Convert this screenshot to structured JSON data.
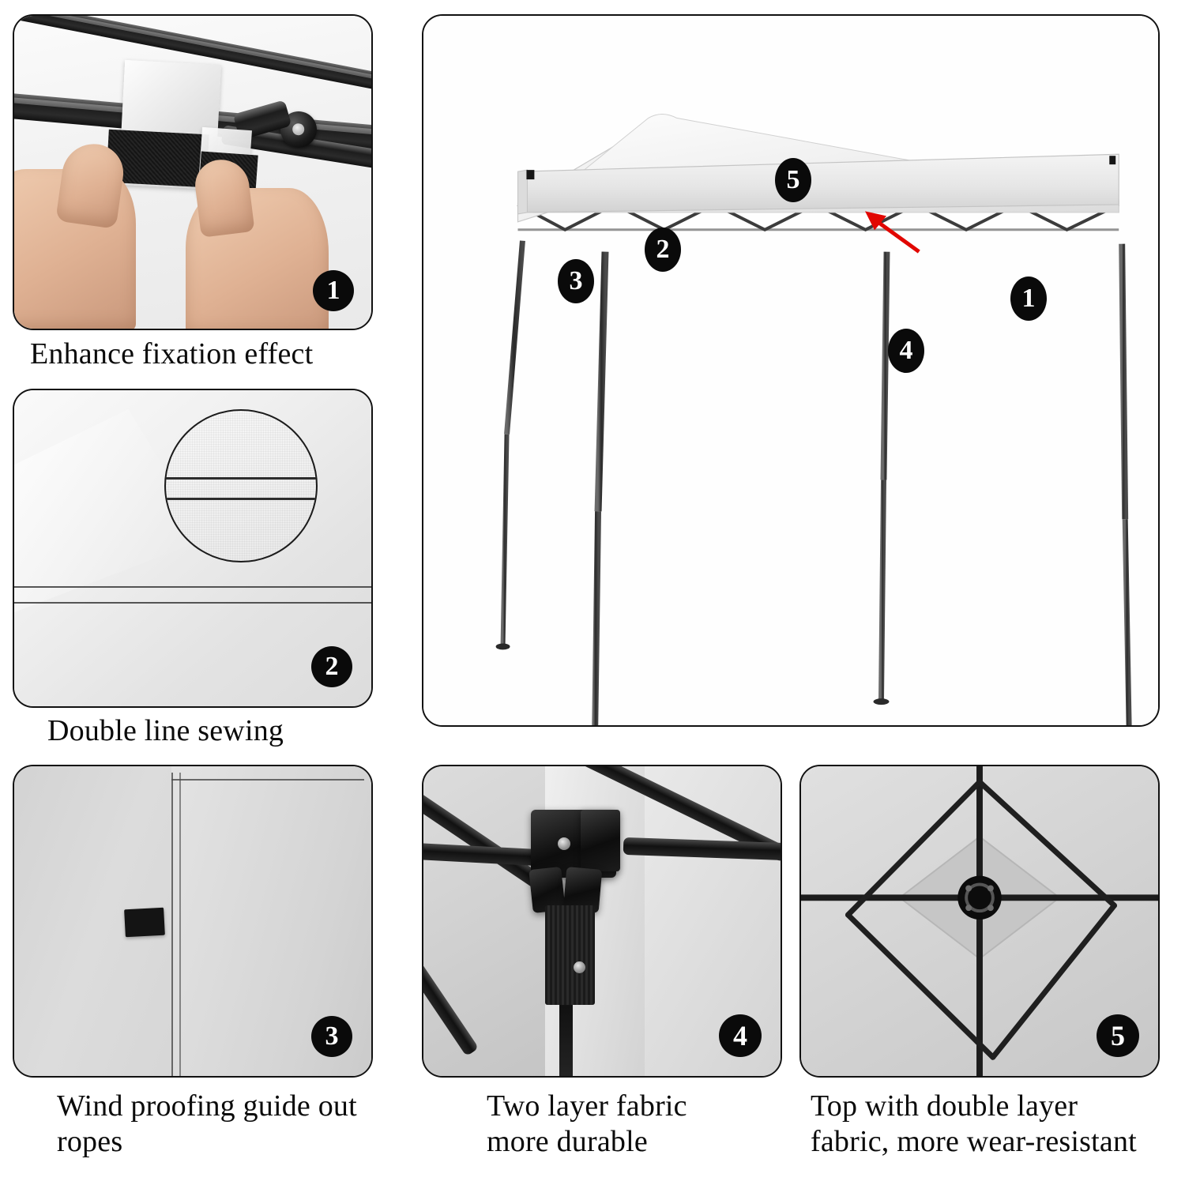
{
  "document": {
    "type": "product-feature-infographic",
    "product": "pop-up canopy tent",
    "background_color": "#ffffff"
  },
  "panels": [
    {
      "id": "panel-1",
      "badge": "1",
      "caption": "Enhance fixation effect",
      "image_description": "Two hands pulling apart a white-and-black hook-and-loop velcro strap wrapped around a black canopy frame bar with a round knob fastener"
    },
    {
      "id": "panel-2",
      "badge": "2",
      "caption": "Double line sewing",
      "image_description": "Close-up of white canopy fabric hem with two parallel stitch lines, with a circular magnifier loupe showing the enlarged double stitching"
    },
    {
      "id": "panel-3",
      "badge": "3",
      "caption": "Wind proofing guide out ropes",
      "image_description": "White canopy fabric corner with a black webbing loop tab sewn along the vertical seam for guy ropes"
    },
    {
      "id": "panel-main",
      "caption": "",
      "image_description": "Full white pop-up canopy tent on four black legs, shown from a three-quarter angle with five numbered callout badges",
      "callouts": [
        {
          "number": "5",
          "target": "canopy peak ridge"
        },
        {
          "number": "2",
          "target": "canopy roof panel seam"
        },
        {
          "number": "3",
          "target": "canopy left corner / valance edge"
        },
        {
          "number": "1",
          "target": "canopy valance right side"
        },
        {
          "number": "4",
          "target": "frame truss joint under canopy",
          "arrow": true,
          "arrow_color": "#e10600"
        }
      ]
    },
    {
      "id": "panel-4",
      "badge": "4",
      "caption": "Two layer fabric more durable",
      "caption_lines": [
        "Two layer fabric",
        "more durable"
      ],
      "image_description": "Close-up of the black plastic centre hub joint of the canopy frame with screws, D-rings and black webbing strap over white fabric"
    },
    {
      "id": "panel-5",
      "badge": "5",
      "caption": "Top with double layer fabric, more wear-resistant",
      "caption_lines": [
        "Top with double layer",
        "fabric, more wear-resistant"
      ],
      "image_description": "View looking up at the underside of the canopy peak showing the black centre hub and four diagonal frame rods forming a diamond with an inner double-layer fabric square"
    }
  ],
  "style": {
    "badge_background": "#0a0a0a",
    "badge_text_color": "#ffffff",
    "panel_border_color": "#111111",
    "caption_color": "#0b0b0b",
    "accent_arrow_color": "#e10600"
  }
}
